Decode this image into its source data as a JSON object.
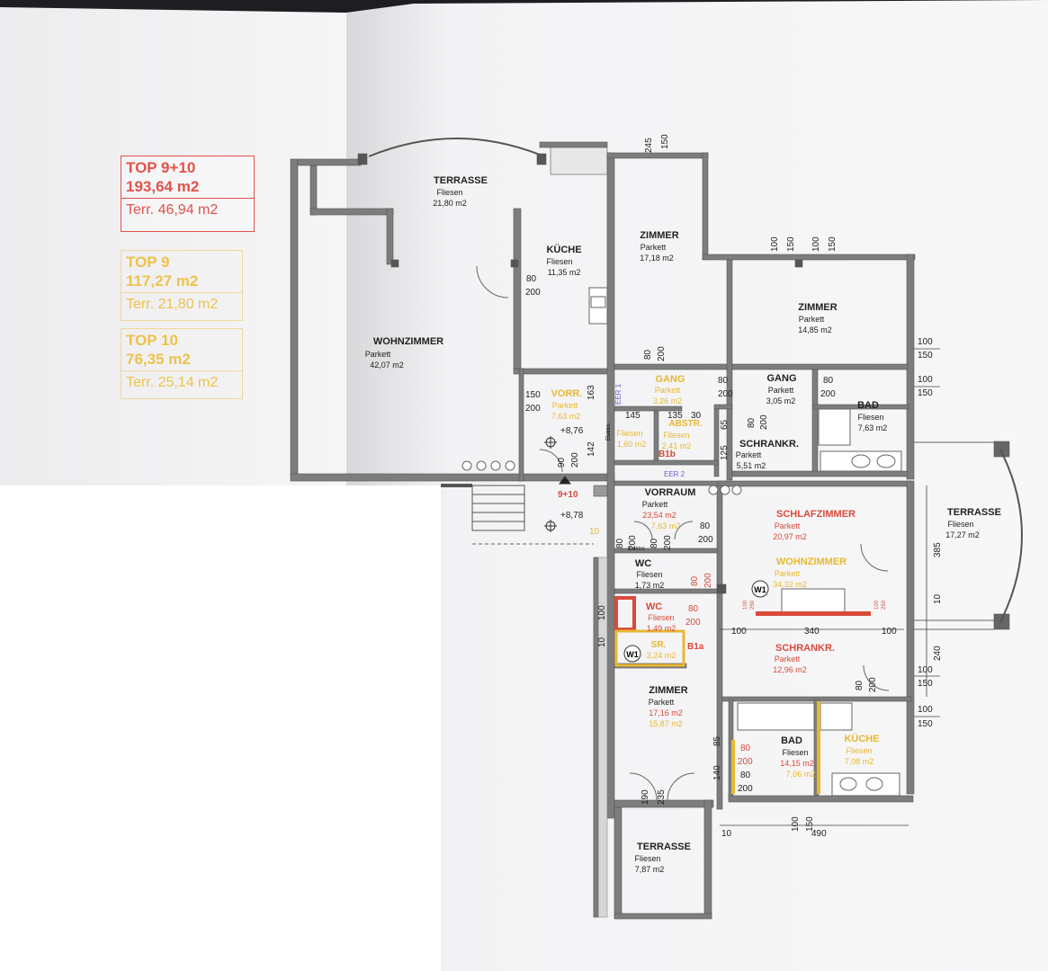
{
  "legend": {
    "total": {
      "top": "TOP 9+10",
      "area": "193,64 m2",
      "terrace": "Terr. 46,94 m2"
    },
    "top9": {
      "top": "TOP 9",
      "area": "117,27 m2",
      "terrace": "Terr. 21,80 m2"
    },
    "top10": {
      "top": "TOP 10",
      "area": "76,35 m2",
      "terrace": "Terr. 25,14 m2"
    }
  },
  "colors": {
    "total": "#e2524a",
    "top9": "#eec24a",
    "top10": "#eec24a",
    "wall": "#7a7a7a",
    "red": "#d94a3a"
  },
  "rooms": {
    "terrasse_n": {
      "name": "TERRASSE",
      "floor": "Fliesen",
      "area": "21,80 m2"
    },
    "kueche": {
      "name": "KÜCHE",
      "floor": "Fliesen",
      "area": "11,35 m2"
    },
    "zimmer1": {
      "name": "ZIMMER",
      "floor": "Parkett",
      "area": "17,18 m2"
    },
    "zimmer2": {
      "name": "ZIMMER",
      "floor": "Parkett",
      "area": "14,85 m2"
    },
    "wohnzimmer": {
      "name": "WOHNZIMMER",
      "floor": "Parkett",
      "area": "42,07 m2"
    },
    "vorr": {
      "name": "VORR.",
      "floor": "Parkett",
      "area": "7,63 m2"
    },
    "gang1": {
      "name": "GANG",
      "floor": "Parkett",
      "area": "3,26 m2"
    },
    "gang2": {
      "name": "GANG",
      "floor": "Parkett",
      "area": "3,05 m2"
    },
    "bad1": {
      "name": "BAD",
      "floor": "Fliesen",
      "area": "7,63 m2"
    },
    "wc_small": {
      "floor": "Fliesen",
      "area": "1,60 m2"
    },
    "abstr": {
      "name": "ABSTR.",
      "floor": "Fliesen",
      "area": "2,41 m2"
    },
    "schrankr1": {
      "name": "SCHRANKR.",
      "floor": "Parkett",
      "area": "5,51 m2"
    },
    "vorraum": {
      "name": "VORRAUM",
      "floor": "Parkett",
      "area": "23,54 m2",
      "area2": "7,63 m2"
    },
    "schlafzimmer": {
      "name": "SCHLAFZIMMER",
      "floor": "Parkett",
      "area": "20,97 m2"
    },
    "wohnzimmer2": {
      "name": "WOHNZIMMER",
      "floor": "Parkett",
      "area": "34,32 m2"
    },
    "terrasse_e": {
      "name": "TERRASSE",
      "floor": "Fliesen",
      "area": "17,27 m2"
    },
    "wc1": {
      "name": "WC",
      "floor": "Fliesen",
      "area": "1,73 m2"
    },
    "wc2": {
      "name": "WC",
      "floor": "Fliesen",
      "area": "1,49 m2"
    },
    "sr": {
      "name": "SR.",
      "area": "3,24 m2"
    },
    "schrankr2": {
      "name": "SCHRANKR.",
      "floor": "Parkett",
      "area": "12,96 m2"
    },
    "zimmer3": {
      "name": "ZIMMER",
      "floor": "Parkett",
      "area": "17,16 m2",
      "area2": "15,87 m2"
    },
    "bad2": {
      "name": "BAD",
      "floor": "Fliesen",
      "area": "14,15 m2",
      "area2": "7,06 m2"
    },
    "kueche2": {
      "name": "KÜCHE",
      "floor": "Fliesen",
      "area": "7,08 m2"
    },
    "terrasse_s": {
      "name": "TERRASSE",
      "floor": "Fliesen",
      "area": "7,87 m2"
    }
  },
  "labels": {
    "level1": "+8,76",
    "level2": "+8,78",
    "entry": "9+10",
    "entry_sub": "10",
    "b1b": "B1b",
    "b1a": "B1a",
    "eer1": "EER 1",
    "eer2": "EER 2",
    "w1": "W1",
    "elektro": "Elektro",
    "elektro2": "Elektro"
  },
  "dims": {
    "d245": "245",
    "d150a": "150",
    "d100a": "100",
    "d150b": "150",
    "d100b": "100",
    "d150c": "150",
    "d80_200_kue_w": "80",
    "d80_200_kue_h": "200",
    "d150_vorr": "150",
    "d200_vorr": "200",
    "d163": "163",
    "d142": "142",
    "d90": "90",
    "d200_ent": "200",
    "d145": "145",
    "d135": "135",
    "d30": "30",
    "d65": "65",
    "d125": "125",
    "d80_z1": "80",
    "d200_z1": "200",
    "d80_g2": "80",
    "d200_g2": "200",
    "d80_bad": "80",
    "d200_bad": "200",
    "d80_sk": "80",
    "d200_sk": "200",
    "r100_1": "100",
    "r150_1": "150",
    "r100_2": "100",
    "r150_2": "150",
    "d80_v1": "80",
    "d200_v1": "200",
    "d80_v2": "80",
    "d200_v2": "200",
    "d80_v3": "80",
    "d200_v3": "200",
    "d80_wc": "80",
    "d200_wc": "200",
    "d80_wc2": "80",
    "d200_wc2": "200",
    "d100_l": "100",
    "d10_l": "10",
    "d100_m": "100",
    "d340": "340",
    "d100_r": "100",
    "d385": "385",
    "d10_r": "10",
    "d240": "240",
    "r100_3": "100",
    "r150_3": "150",
    "r100_4": "100",
    "r150_4": "150",
    "d80_sk2": "80",
    "d200_sk2": "200",
    "d85": "85",
    "d140": "140",
    "d80_bad2": "80",
    "d200_bad2": "200",
    "d80_bad3": "80",
    "d200_bad3": "200",
    "d190": "190",
    "d235": "235",
    "d10_b": "10",
    "d100_b": "100",
    "d150_b": "150",
    "d490": "490",
    "d100_w1": "100",
    "d250_w1": "250",
    "d100_w2": "100",
    "d250_w2": "250"
  }
}
